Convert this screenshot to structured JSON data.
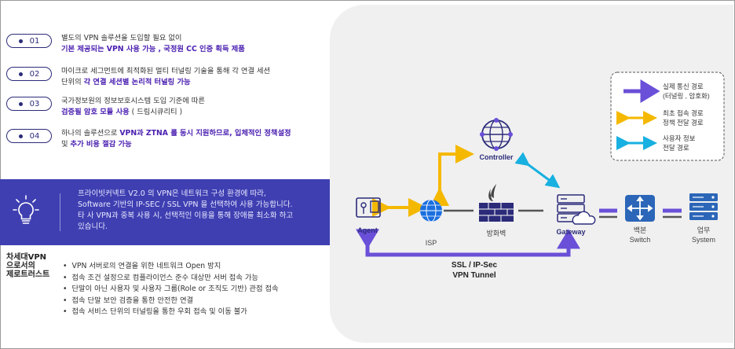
{
  "features": [
    {
      "num": "01",
      "line1": "별도의 VPN 솔루션을 도입할 필요 없이",
      "line2_bold": "기본 제공되는 VPN 사용 가능 , 국정원 CC 인증 획득 제품",
      "line2_plain": ""
    },
    {
      "num": "02",
      "line1": "마이크로 세그먼트에 최적화된 멀티 터널링 기술을 통해 각 연결 세션",
      "line2_plain": "단위의 ",
      "line2_bold": "각 연결 세션별 논리적 터널링 가능"
    },
    {
      "num": "03",
      "line1": "국가정보원의 정보보호시스템 도입 기준에 따른",
      "line2_bold": "검증필 암호 모듈 사용",
      "line2_plain": " ( 드림시큐리티 )"
    },
    {
      "num": "04",
      "line1_plain": "하나의 솔루션으로 ",
      "line1_bold": "VPN과 ZTNA 를 동시 지원하므로, 입체적인 정책설정",
      "line2_plain": "및 ",
      "line2_bold": "추가 비용 절감 가능"
    }
  ],
  "banner": {
    "lines": [
      "프라이빗커넥트 V2.0 의 VPN은 네트워크 구성 환경에 따라,",
      "Software 기반의 IP-SEC / SSL VPN 을 선택하여 사용 가능합니다.",
      "타 사 VPN과 중복 사용 시, 선택적인 이용을 통해 장애를 최소화 하고",
      "있습니다."
    ],
    "icon": "lightbulb-icon"
  },
  "next_gen": {
    "title_lines": [
      "차세대VPN",
      "으로서의",
      "제로트러스트"
    ],
    "items": [
      "VPN 서버로의 연결을 위한 네트워크 Open 방지",
      "접속 조건 설정으로 컴플라이언스 준수 대상만 서버 접속 가능",
      "단말이 아닌 사용자 및 사용자 그룹(Role or 조직도 기반) 관점 접속",
      "접속 단말 보안 검증을 통한 안전한 연결",
      "접속 서비스 단위의 터널링을 통한 우회 접속 및 이동 불가"
    ]
  },
  "legend": [
    {
      "color": "#6a4fd8",
      "line1": "실제 통신 경로",
      "line2": "(터널링 , 암호화)"
    },
    {
      "color": "#f5b800",
      "line1": "최초 접속 경로",
      "line2": "정책 전달 경로"
    },
    {
      "color": "#18b0e0",
      "line1": "사용자 정보",
      "line2": "전달 경로"
    }
  ],
  "nodes": {
    "agent": "Agent",
    "isp": "ISP",
    "firewall": "방화벽",
    "controller": "Controller",
    "gateway": "Gateway",
    "switch_line1": "백본",
    "switch_line2": "Switch",
    "system_line1": "업무",
    "system_line2": "System"
  },
  "tunnel": {
    "line1": "SSL / IP-Sec",
    "line2": "VPN Tunnel"
  },
  "colors": {
    "purple": "#6a4fd8",
    "navy": "#2b2b7a",
    "banner": "#3f3fb2",
    "yellow": "#f5b800",
    "cyan": "#18b0e0",
    "accent_text": "#4a1fb0"
  }
}
